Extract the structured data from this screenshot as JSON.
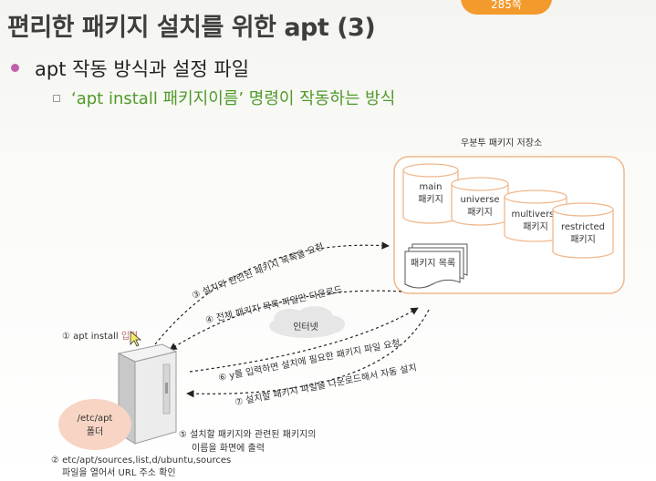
{
  "header": {
    "title": "편리한 패키지 설치를 위한 apt (3)",
    "badge": "285쪽"
  },
  "bullets": {
    "main": "apt 작동 방식과 설정 파일",
    "sub": "‘apt install 패키지이름’ 명령이 작동하는 방식"
  },
  "diagram": {
    "repo_title": "우분투 패키지 저장소",
    "repos": [
      {
        "line1": "main",
        "line2": "패키지"
      },
      {
        "line1": "universe",
        "line2": "패키지"
      },
      {
        "line1": "multiverse",
        "line2": "패키지"
      },
      {
        "line1": "restricted",
        "line2": "패키지"
      }
    ],
    "package_list": "패키지 목록",
    "internet": "인터넷",
    "step1_prefix": "① apt install ",
    "step1_highlight": "입력",
    "step3": "③ 설치와 관련된 패키지 목록을 요청",
    "step4": "④ 전체 패키지 목록 파일만 다운로드",
    "step6": "⑥ y를 입력하면 설치에 필요한 패키지 파일 요청",
    "step7": "⑦ 설치할 패키지 파일을 다운로드해서 자동 설치",
    "step5_line1": "⑤ 설치할 패키지와 관련된 패키지의",
    "step5_line2": "이름을 화면에 출력",
    "etc_line1": "/etc/apt",
    "etc_line2": "폴더",
    "step2_line1": "② etc/apt/sources,list,d/ubuntu,sources",
    "step2_line2": "파일을 열어서 URL 주소 확인"
  },
  "colors": {
    "accent_orange": "#f39a2c",
    "green_text": "#4f9a2a",
    "repo_border": "#f0b88c",
    "etc_ellipse": "#f7d4c4"
  }
}
